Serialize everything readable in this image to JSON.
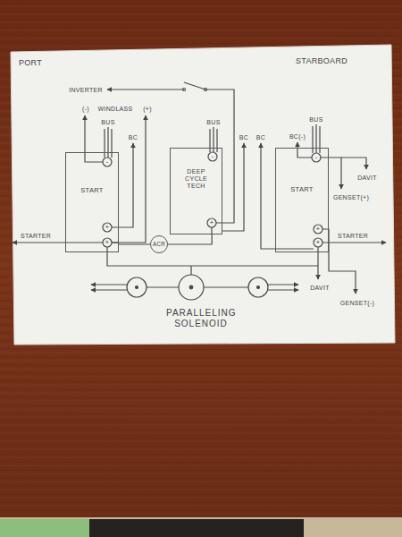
{
  "diagram": {
    "nodes": [
      {
        "text": [
          "START"
        ]
      },
      {
        "text": [
          "DEEP CYCLE TECH"
        ]
      },
      {
        "text": [
          "START"
        ]
      },
      {
        "text": [
          "ACR"
        ]
      }
    ],
    "edges": [
      {
        "from": 0,
        "to": 3,
        "arrow": "none"
      },
      {
        "from": 3,
        "to": 1,
        "arrow": "none"
      }
    ],
    "labels": [
      "PORT",
      "STARBOARD",
      "INVERTER",
      "(-)",
      "WINDLASS",
      "(+)",
      "BUS",
      "BC",
      "BUS",
      "BC",
      "BC",
      "BUS",
      "BC(-)",
      "DAVIT",
      "GENSET(+)",
      "-",
      "-",
      "-",
      "+",
      "+",
      "+",
      "+",
      "+",
      "STARTER",
      "STARTER",
      "DAVIT",
      "GENSET(-)",
      "PARALLELING SOLENOID"
    ]
  }
}
